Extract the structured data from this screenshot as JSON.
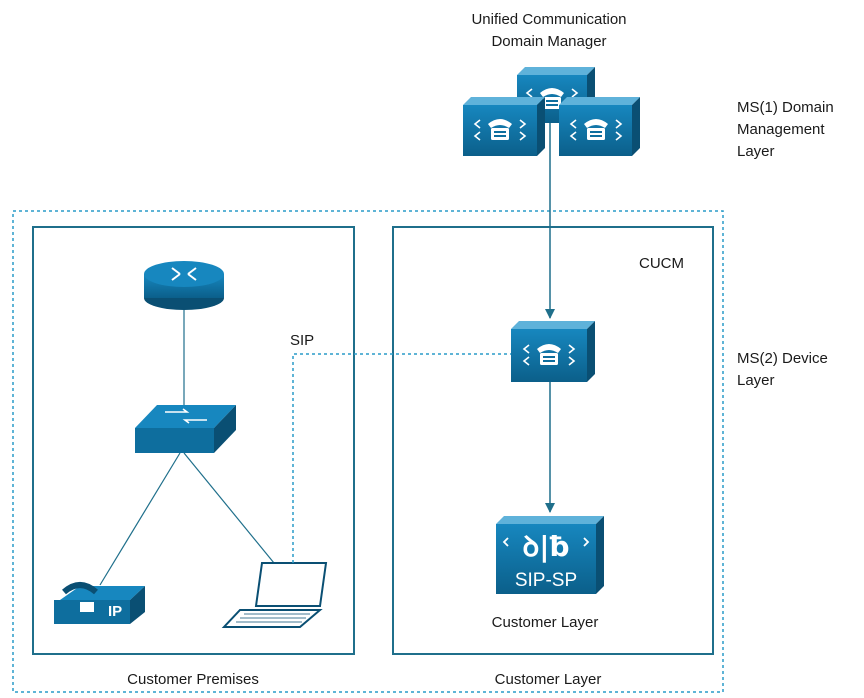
{
  "labels": {
    "ucdm_line1": "Unified Communication",
    "ucdm_line2": "Domain Manager",
    "ms1_line1": "MS(1) Domain",
    "ms1_line2": "Management",
    "ms1_line3": "Layer",
    "ms2_line1": "MS(2) Device",
    "ms2_line2": "Layer",
    "cucm": "CUCM",
    "sip": "SIP",
    "sbc_text": "SIP-SP",
    "phone_text": "IP",
    "customer_layer_inner": "Customer Layer",
    "customer_premises": "Customer Premises",
    "customer_layer_bottom": "Customer Layer"
  },
  "colors": {
    "device_blue": "#0e6e9e",
    "device_dark": "#0a4f73",
    "line": "#1f6f8b",
    "dashed": "#2a9bc9"
  },
  "icons": [
    "call-manager-icon",
    "router-icon",
    "switch-icon",
    "ip-phone-icon",
    "laptop-icon",
    "sip-sp-gateway-icon"
  ]
}
